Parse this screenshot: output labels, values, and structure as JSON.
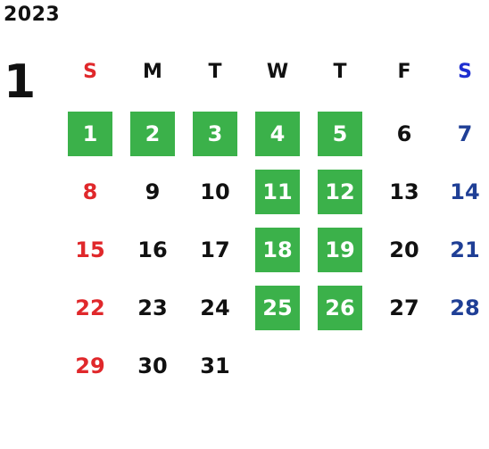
{
  "calendar": {
    "year": "2023",
    "month": "1",
    "weekdays": [
      "S",
      "M",
      "T",
      "W",
      "T",
      "F",
      "S"
    ],
    "start_weekday": 0,
    "days_in_month": 31,
    "highlighted_days": [
      1,
      2,
      3,
      4,
      5,
      11,
      12,
      18,
      19,
      25,
      26
    ],
    "colors": {
      "sunday": "#e0282b",
      "saturday": "#1f3f96",
      "weekday_header": "#111111",
      "weekday_date": "#111111",
      "highlight_bg": "#3bb14a",
      "highlight_text": "#ffffff",
      "saturday_header": "#1f2fd0"
    }
  }
}
